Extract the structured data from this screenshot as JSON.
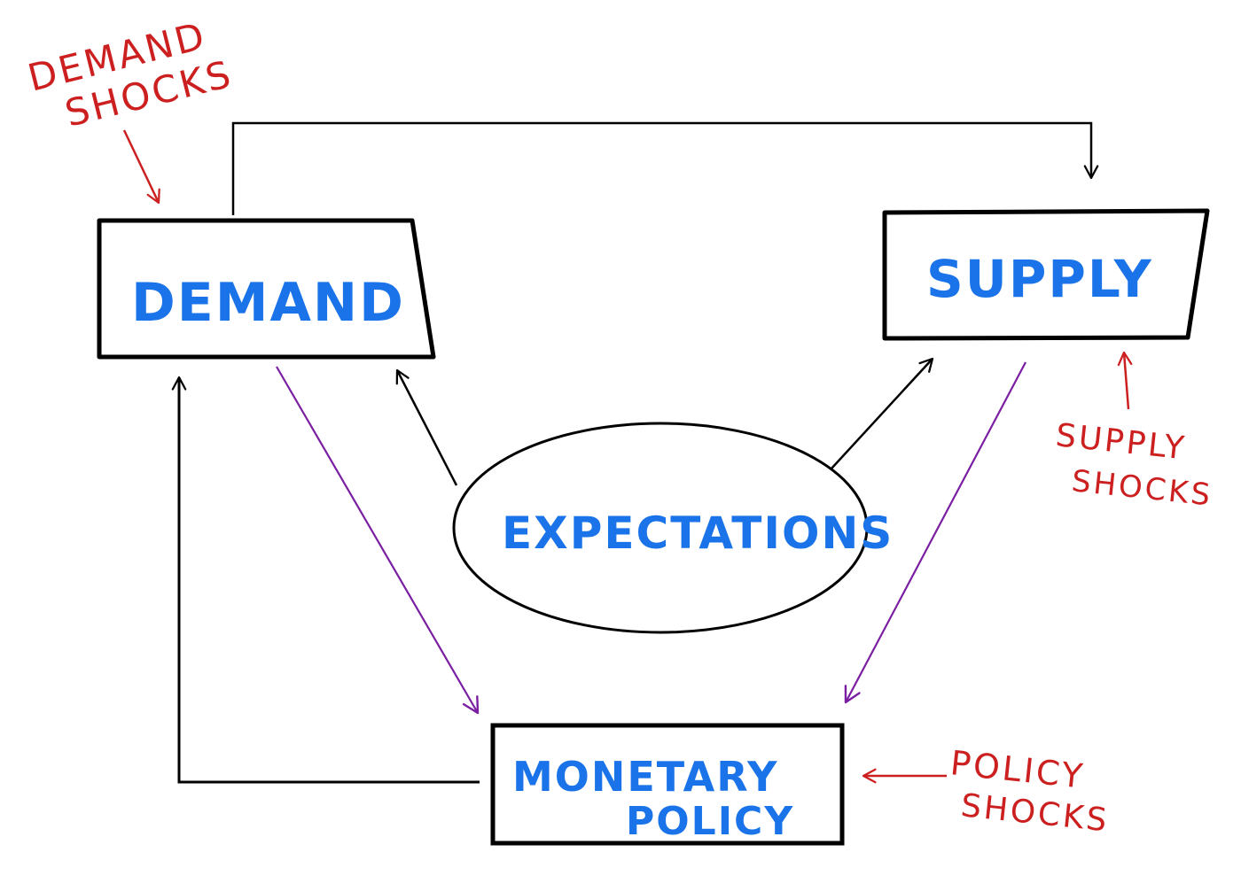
{
  "nodes": {
    "demand": "DEMAND",
    "supply": "SUPPLY",
    "expectations": "EXPECTATIONS",
    "monetary_policy_line1": "MONETARY",
    "monetary_policy_line2": "POLICY"
  },
  "shocks": {
    "demand_line1": "DEMAND",
    "demand_line2": "SHOCKS",
    "supply_line1": "SUPPLY",
    "supply_line2": "SHOCKS",
    "policy_line1": "POLICY",
    "policy_line2": "SHOCKS"
  },
  "colors": {
    "node_text": "#1a73e8",
    "shock_text": "#cc1f1f",
    "shock_arrow": "#cc1f1f",
    "policy_arrow": "#7b1fa2",
    "outline": "#000000"
  }
}
